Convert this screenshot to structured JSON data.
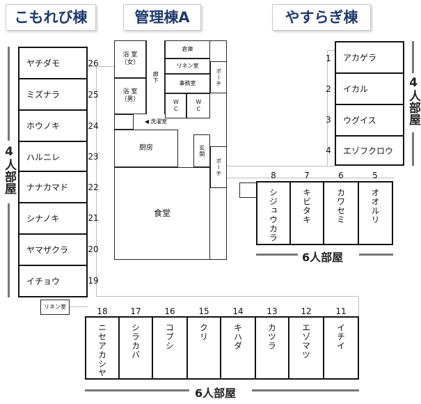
{
  "buildings": {
    "komorebi": "こもれび棟",
    "kanri": "管理棟A",
    "yasuragi": "やすらぎ棟"
  },
  "komorebi_rooms": [
    {
      "name": "ヤチダモ",
      "num": "26"
    },
    {
      "name": "ミズナラ",
      "num": "25"
    },
    {
      "name": "ホウノキ",
      "num": "24"
    },
    {
      "name": "ハルニレ",
      "num": "23"
    },
    {
      "name": "ナナカマド",
      "num": "22"
    },
    {
      "name": "シナノキ",
      "num": "21"
    },
    {
      "name": "ヤマザクラ",
      "num": "20"
    },
    {
      "name": "イチョウ",
      "num": "19"
    }
  ],
  "yasuragi_rooms": [
    {
      "name": "アカゲラ",
      "num": "1"
    },
    {
      "name": "イカル",
      "num": "2"
    },
    {
      "name": "ウグイス",
      "num": "3"
    },
    {
      "name": "エゾフクロウ",
      "num": "4"
    }
  ],
  "six_rooms_upper": [
    {
      "name": "シジュウカラ",
      "num": "8"
    },
    {
      "name": "キビタキ",
      "num": "7"
    },
    {
      "name": "カワセミ",
      "num": "6"
    },
    {
      "name": "オオルリ",
      "num": "5"
    }
  ],
  "six_rooms_lower": [
    {
      "name": "ニセアカシヤ",
      "num": "18"
    },
    {
      "name": "シラカバ",
      "num": "17"
    },
    {
      "name": "コブシ",
      "num": "16"
    },
    {
      "name": "クリ",
      "num": "15"
    },
    {
      "name": "キハダ",
      "num": "14"
    },
    {
      "name": "カツラ",
      "num": "13"
    },
    {
      "name": "エゾマツ",
      "num": "12"
    },
    {
      "name": "イチイ",
      "num": "11"
    }
  ],
  "labels": {
    "four_person_left": "4人部屋",
    "four_person_right": "4人部屋",
    "six_person_upper": "6人部屋",
    "six_person_lower": "6人部屋",
    "linen_room_small": "リネン室"
  },
  "kanri_rooms": {
    "bath_f_top": "浴 室",
    "bath_f_bottom": "（女）",
    "bath_m_top": "浴 室",
    "bath_m_bottom": "（男）",
    "hallway": "廊下",
    "storage": "倉庫",
    "linen": "リネン室",
    "office": "事務室",
    "porch_top": "ポーチ",
    "wc1": "WC",
    "wc2": "WC",
    "laundry": "洗濯室",
    "kitchen": "厨房",
    "entrance": "玄関",
    "porch_side": "ポーチ",
    "dining": "食堂"
  }
}
